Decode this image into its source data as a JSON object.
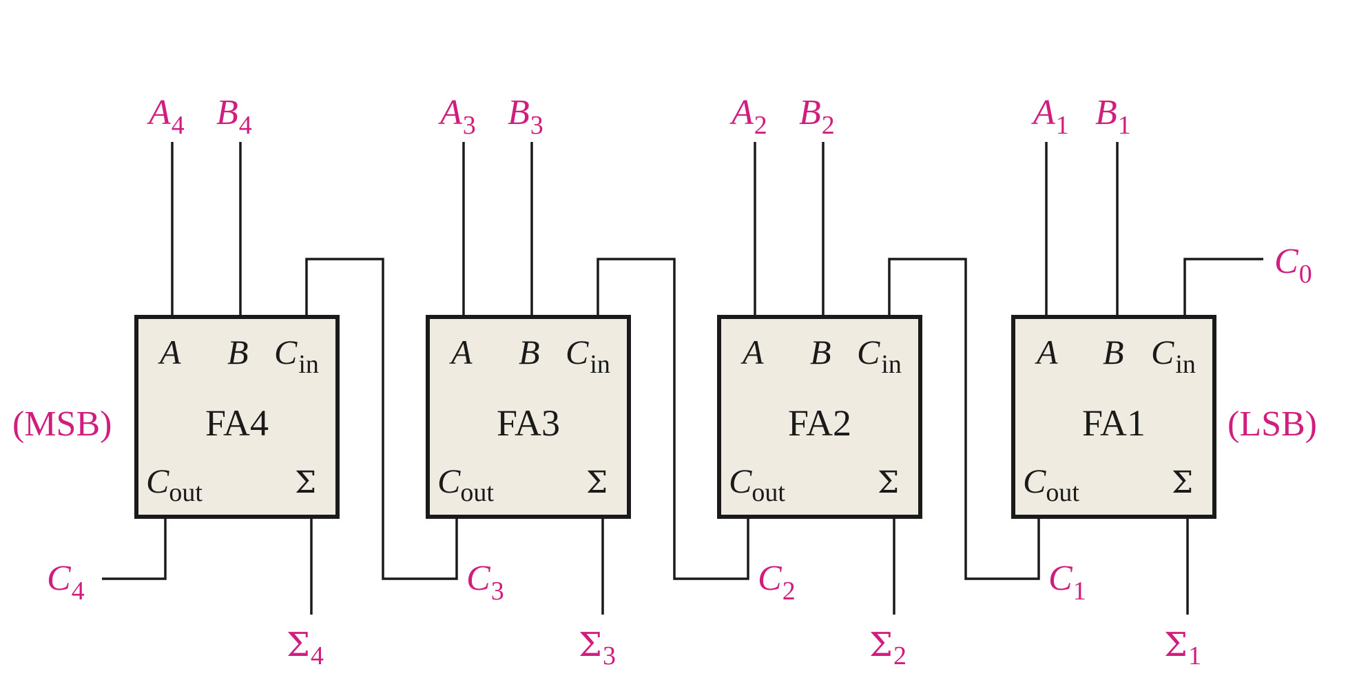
{
  "adders": [
    {
      "name": "FA4",
      "a": "A",
      "b": "B",
      "cin": "C",
      "cin_sub": "in",
      "cout": "C",
      "cout_sub": "out",
      "sum": "Σ"
    },
    {
      "name": "FA3",
      "a": "A",
      "b": "B",
      "cin": "C",
      "cin_sub": "in",
      "cout": "C",
      "cout_sub": "out",
      "sum": "Σ"
    },
    {
      "name": "FA2",
      "a": "A",
      "b": "B",
      "cin": "C",
      "cin_sub": "in",
      "cout": "C",
      "cout_sub": "out",
      "sum": "Σ"
    },
    {
      "name": "FA1",
      "a": "A",
      "b": "B",
      "cin": "C",
      "cin_sub": "in",
      "cout": "C",
      "cout_sub": "out",
      "sum": "Σ"
    }
  ],
  "inputs": [
    {
      "a": "A",
      "a_sub": "4",
      "b": "B",
      "b_sub": "4"
    },
    {
      "a": "A",
      "a_sub": "3",
      "b": "B",
      "b_sub": "3"
    },
    {
      "a": "A",
      "a_sub": "2",
      "b": "B",
      "b_sub": "2"
    },
    {
      "a": "A",
      "a_sub": "1",
      "b": "B",
      "b_sub": "1"
    }
  ],
  "sums": [
    {
      "symbol": "Σ",
      "sub": "4"
    },
    {
      "symbol": "Σ",
      "sub": "3"
    },
    {
      "symbol": "Σ",
      "sub": "2"
    },
    {
      "symbol": "Σ",
      "sub": "1"
    }
  ],
  "carries": {
    "c0": {
      "symbol": "C",
      "sub": "0"
    },
    "c1": {
      "symbol": "C",
      "sub": "1"
    },
    "c2": {
      "symbol": "C",
      "sub": "2"
    },
    "c3": {
      "symbol": "C",
      "sub": "3"
    },
    "c4": {
      "symbol": "C",
      "sub": "4"
    }
  },
  "side_labels": {
    "msb": "(MSB)",
    "lsb": "(LSB)"
  },
  "colors": {
    "label_accent": "#d01d7e",
    "block_fill": "#efebe0",
    "line": "#1a1a1a"
  }
}
